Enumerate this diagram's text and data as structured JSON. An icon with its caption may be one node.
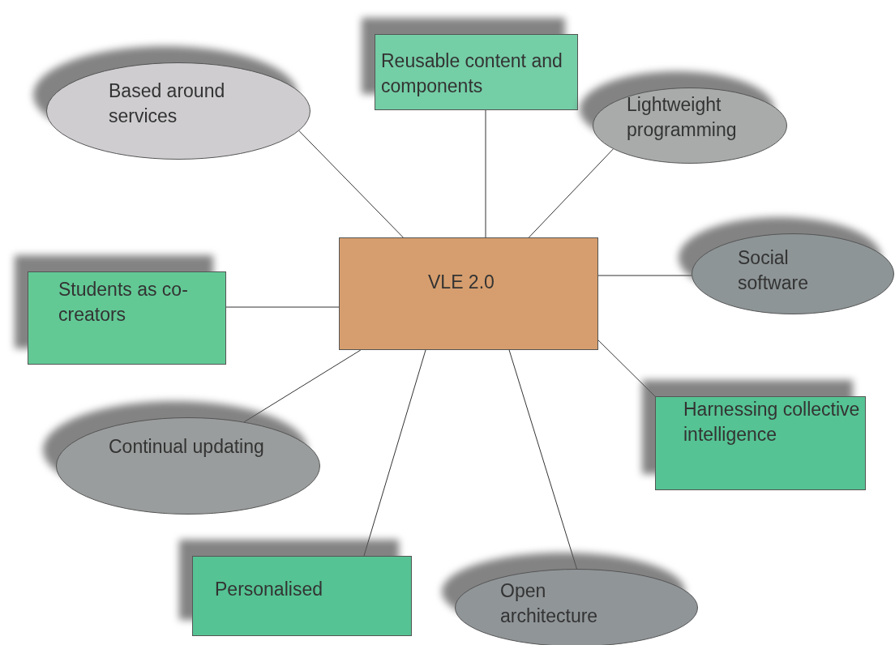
{
  "diagram": {
    "nodes": [
      {
        "text": [
          "VLE 2.0"
        ]
      },
      {
        "text": [
          "Based around services"
        ]
      },
      {
        "text": [
          "Reusable content and components"
        ]
      },
      {
        "text": [
          "Lightweight programming"
        ]
      },
      {
        "text": [
          "Social software"
        ]
      },
      {
        "text": [
          "Harnessing collective intelligence"
        ]
      },
      {
        "text": [
          "Open architecture"
        ]
      },
      {
        "text": [
          "Personalised"
        ]
      },
      {
        "text": [
          "Continual updating"
        ]
      },
      {
        "text": [
          "Students as co-creators"
        ]
      }
    ],
    "edges": [
      {
        "from": 0,
        "to": 1,
        "arrow": "none"
      },
      {
        "from": 0,
        "to": 2,
        "arrow": "none"
      },
      {
        "from": 0,
        "to": 3,
        "arrow": "none"
      },
      {
        "from": 0,
        "to": 4,
        "arrow": "none"
      },
      {
        "from": 0,
        "to": 5,
        "arrow": "none"
      },
      {
        "from": 0,
        "to": 6,
        "arrow": "none"
      },
      {
        "from": 0,
        "to": 7,
        "arrow": "none"
      },
      {
        "from": 0,
        "to": 8,
        "arrow": "none"
      },
      {
        "from": 0,
        "to": 9,
        "arrow": "none"
      }
    ]
  }
}
